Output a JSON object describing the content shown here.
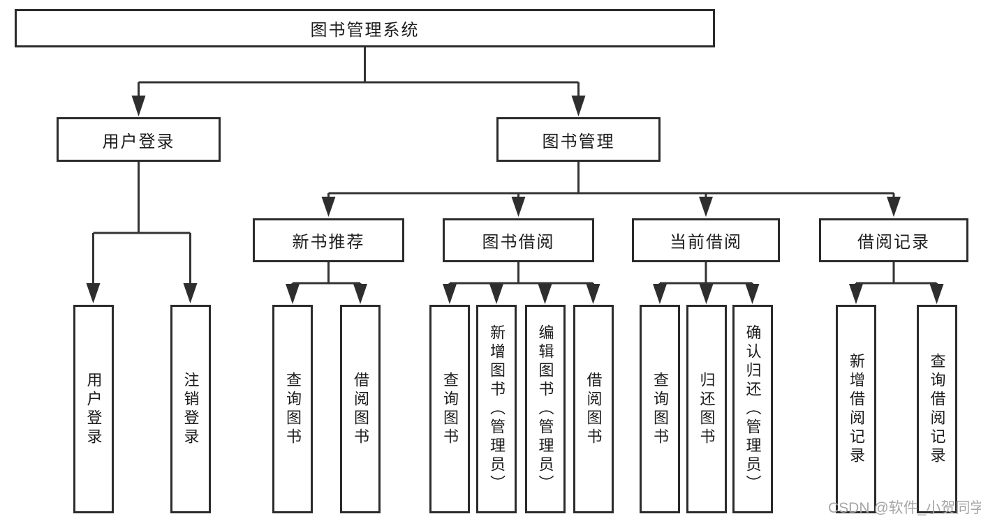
{
  "root": {
    "label": "图书管理系统"
  },
  "branches": [
    {
      "label": "用户登录"
    },
    {
      "label": "图书管理"
    }
  ],
  "modules": [
    {
      "label": "新书推荐"
    },
    {
      "label": "图书借阅"
    },
    {
      "label": "当前借阅"
    },
    {
      "label": "借阅记录"
    }
  ],
  "leaves": [
    {
      "label": "用户登录"
    },
    {
      "label": "注销登录"
    },
    {
      "label": "查询图书"
    },
    {
      "label": "借阅图书"
    },
    {
      "label": "查询图书"
    },
    {
      "label": "新增图书（管理员）"
    },
    {
      "label": "编辑图书（管理员）"
    },
    {
      "label": "借阅图书"
    },
    {
      "label": "查询图书"
    },
    {
      "label": "归还图书"
    },
    {
      "label": "确认归还（管理员）"
    },
    {
      "label": "新增借阅记录"
    },
    {
      "label": "查询借阅记录"
    }
  ],
  "watermark": {
    "text": "CSDN @软件_小贺同学"
  },
  "colors": {
    "line": "#333333",
    "arrow": "#2e2e2e",
    "box_border": "#2b2b2b",
    "box_background": "#ffffff",
    "text": "#1c1c1c",
    "watermark": "#a6a6a6"
  }
}
